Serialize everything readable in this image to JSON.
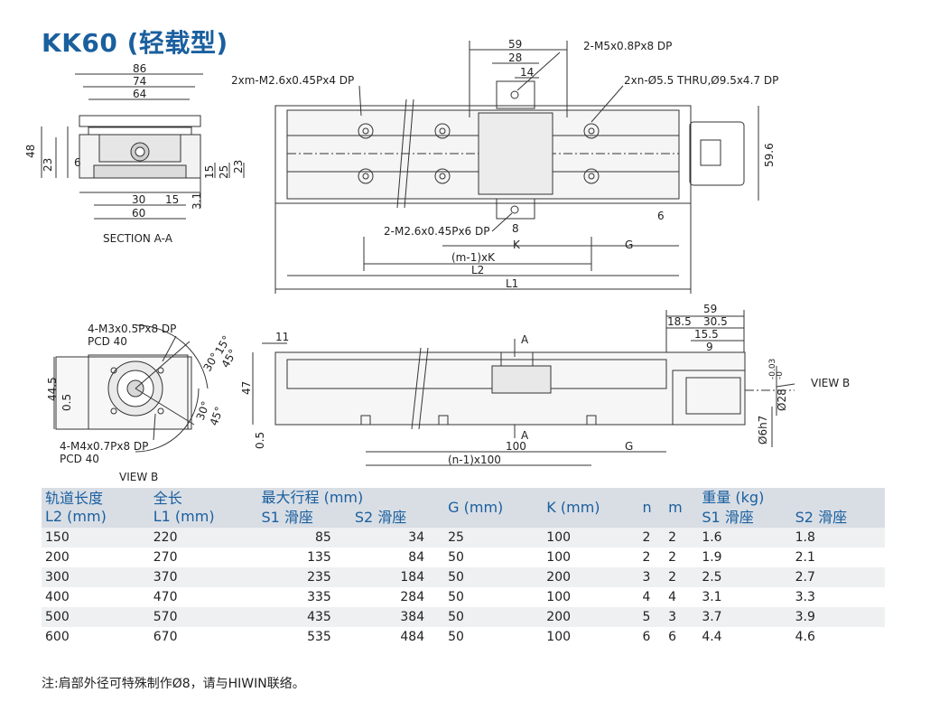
{
  "title": "KK60 (轻载型)",
  "section_aa": {
    "dims": [
      "86",
      "74",
      "64",
      "48",
      "23",
      "6",
      "15",
      "25",
      "23",
      "3.1",
      "30",
      "15",
      "60"
    ],
    "caption": "SECTION A-A"
  },
  "top_view": {
    "callouts": [
      "2xm-M2.6x0.45Px4 DP",
      "2-M5x0.8Px8 DP",
      "2xn-Ø5.5 THRU,Ø9.5x4.7 DP",
      "2-M2.6x0.45Px6 DP"
    ],
    "dims": [
      "59",
      "28",
      "14",
      "59.6",
      "6",
      "8",
      "K",
      "G",
      "(m-1)xK",
      "L2",
      "L1"
    ]
  },
  "view_b": {
    "callouts": [
      "4-M3x0.5Px8 DP",
      "PCD 40",
      "4-M4x0.7Px8 DP",
      "PCD 40"
    ],
    "dims": [
      "44.5",
      "0.5",
      "15°",
      "30°",
      "45°",
      "30°",
      "45°"
    ],
    "caption": "VIEW B"
  },
  "side_view": {
    "dims": [
      "11",
      "47",
      "0.5",
      "59",
      "18.5",
      "30.5",
      "15.5",
      "9",
      "Ø28",
      "-0.03",
      "-0",
      "Ø6h7",
      "100",
      "G",
      "(n-1)x100"
    ],
    "labels": [
      "A",
      "A",
      "VIEW B"
    ]
  },
  "table": {
    "headers": {
      "l2": "轨道长度",
      "l2_unit": "L2 (mm)",
      "l1": "全长",
      "l1_unit": "L1 (mm)",
      "stroke": "最大行程 (mm)",
      "s1": "S1 滑座",
      "s2": "S2 滑座",
      "g": "G (mm)",
      "k": "K (mm)",
      "n": "n",
      "m": "m",
      "weight": "重量 (kg)",
      "w1": "S1 滑座",
      "w2": "S2 滑座"
    },
    "rows": [
      [
        "150",
        "220",
        "85",
        "34",
        "25",
        "100",
        "2",
        "2",
        "1.6",
        "1.8"
      ],
      [
        "200",
        "270",
        "135",
        "84",
        "50",
        "100",
        "2",
        "2",
        "1.9",
        "2.1"
      ],
      [
        "300",
        "370",
        "235",
        "184",
        "50",
        "200",
        "3",
        "2",
        "2.5",
        "2.7"
      ],
      [
        "400",
        "470",
        "335",
        "284",
        "50",
        "100",
        "4",
        "4",
        "3.1",
        "3.3"
      ],
      [
        "500",
        "570",
        "435",
        "384",
        "50",
        "200",
        "5",
        "3",
        "3.7",
        "3.9"
      ],
      [
        "600",
        "670",
        "535",
        "484",
        "50",
        "100",
        "6",
        "6",
        "4.4",
        "4.6"
      ]
    ]
  },
  "note": "注:肩部外径可特殊制作Ø8，请与HIWIN联络。"
}
